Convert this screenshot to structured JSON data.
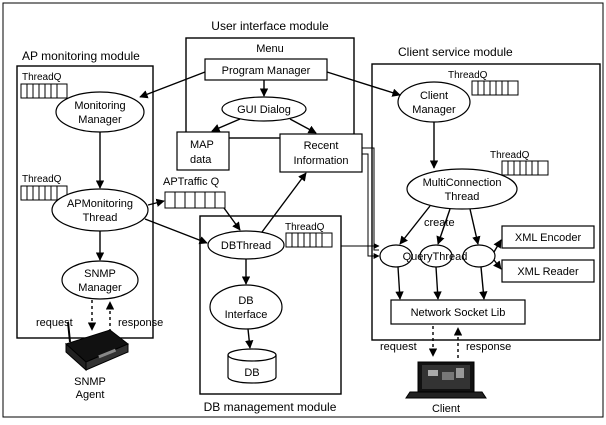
{
  "modules": {
    "user_interface": "User interface module",
    "ap_monitoring": "AP monitoring module",
    "client_service": "Client service module",
    "db_management": "DB management module"
  },
  "nodes": {
    "menu": "Menu",
    "program_manager": "Program Manager",
    "gui_dialog": "GUI Dialog",
    "map_data": [
      "MAP",
      "data"
    ],
    "recent_info": [
      "Recent",
      "Information"
    ],
    "monitoring_manager": [
      "Monitoring",
      "Manager"
    ],
    "ap_monitoring_thread": [
      "APMonitoring",
      "Thread"
    ],
    "snmp_manager": [
      "SNMP",
      "Manager"
    ],
    "ap_traffic_q": "APTraffic Q",
    "db_thread": "DBThread",
    "db_interface": [
      "DB",
      "Interface"
    ],
    "db": "DB",
    "client_manager": [
      "Client",
      "Manager"
    ],
    "multiconnection_thread": [
      "MultiConnection",
      "Thread"
    ],
    "create": "create",
    "query_thread": "QueryThread",
    "xml_encoder": "XML Encoder",
    "xml_reader": "XML Reader",
    "network_socket_lib": "Network Socket Lib",
    "snmp_agent": [
      "SNMP",
      "Agent"
    ],
    "client": "Client"
  },
  "queue_label": "ThreadQ",
  "io_labels": {
    "snmp_request": "request",
    "snmp_response": "response",
    "client_request": "request",
    "client_response": "response"
  }
}
